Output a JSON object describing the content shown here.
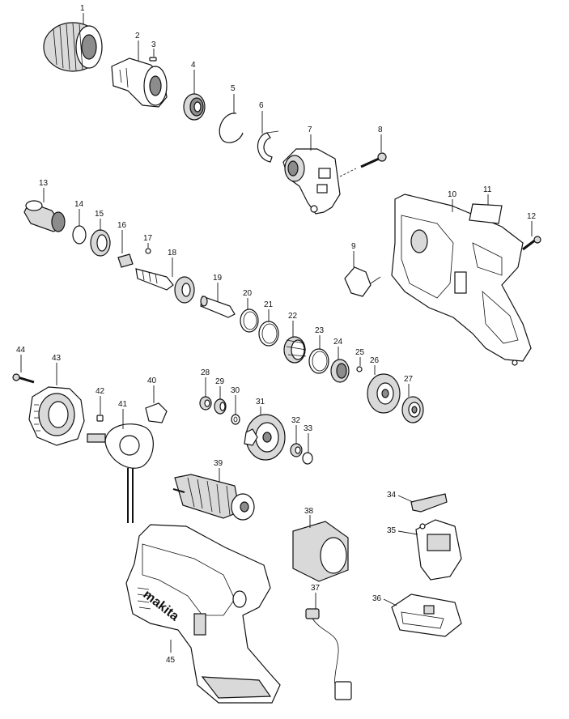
{
  "diagram": {
    "labels": {
      "p1": "1",
      "p2": "2",
      "p3": "3",
      "p4": "4",
      "p5": "5",
      "p6": "6",
      "p7": "7",
      "p8": "8",
      "p9": "9",
      "p10": "10",
      "p11": "11",
      "p12": "12",
      "p13": "13",
      "p14": "14",
      "p15": "15",
      "p16": "16",
      "p17": "17",
      "p18": "18",
      "p19": "19",
      "p20": "20",
      "p21": "21",
      "p22": "22",
      "p23": "23",
      "p24": "24",
      "p25": "25",
      "p26": "26",
      "p27": "27",
      "p28": "28",
      "p29": "29",
      "p30": "30",
      "p31": "31",
      "p32": "32",
      "p33": "33",
      "p34": "34",
      "p35": "35",
      "p36": "36",
      "p37": "37",
      "p38": "38",
      "p39": "39",
      "p40": "40",
      "p41": "41",
      "p42": "42",
      "p43": "43",
      "p44": "44",
      "p45": "45"
    },
    "brand_logo": "makita"
  }
}
